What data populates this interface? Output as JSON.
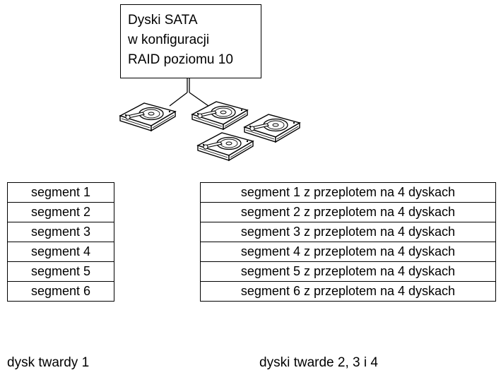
{
  "header": {
    "lines": [
      "Dyski SATA",
      "w konfiguracji",
      "RAID poziomu 10"
    ]
  },
  "disk1": {
    "segments": [
      "segment 1",
      "segment 2",
      "segment 3",
      "segment 4",
      "segment 5",
      "segment 6"
    ],
    "caption": "dysk twardy 1"
  },
  "disks234": {
    "segments": [
      "segment 1 z przeplotem na 4 dyskach",
      "segment 2 z przeplotem na 4 dyskach",
      "segment 3 z przeplotem na 4 dyskach",
      "segment 4 z przeplotem na 4 dyskach",
      "segment 5 z przeplotem na 4 dyskach",
      "segment 6 z przeplotem na 4 dyskach"
    ],
    "caption": "dyski twarde 2, 3 i 4"
  },
  "icons": {
    "drive": "hard-drive-icon"
  },
  "colors": {
    "line": "#000000",
    "background": "#ffffff"
  }
}
